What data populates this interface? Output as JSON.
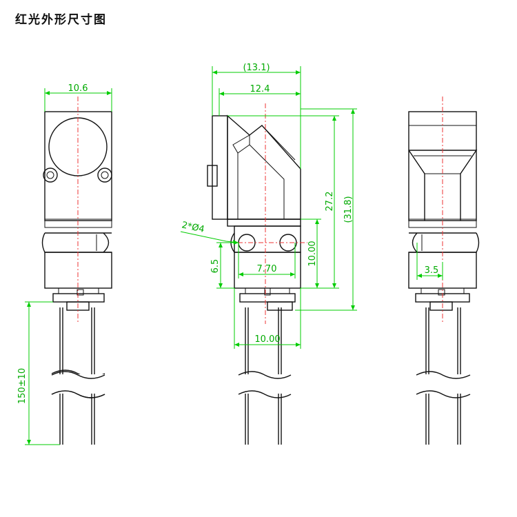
{
  "title": "红光外形尺寸图",
  "colors": {
    "outline": "#111111",
    "dimension": "#00cc00",
    "centerline": "#ee3333"
  },
  "dimensions": {
    "front_width": "10.6",
    "side_overall_width": "(13.1)",
    "side_body_width": "12.4",
    "body_height": "27.2",
    "overall_height": "(31.8)",
    "hole_spec": "2*Ø4",
    "hole_spacing": "7.70",
    "hole_to_base": "6.5",
    "base_height": "10.00",
    "base_width": "10.00",
    "rear_offset": "3.5",
    "cable_length": "150±10"
  }
}
